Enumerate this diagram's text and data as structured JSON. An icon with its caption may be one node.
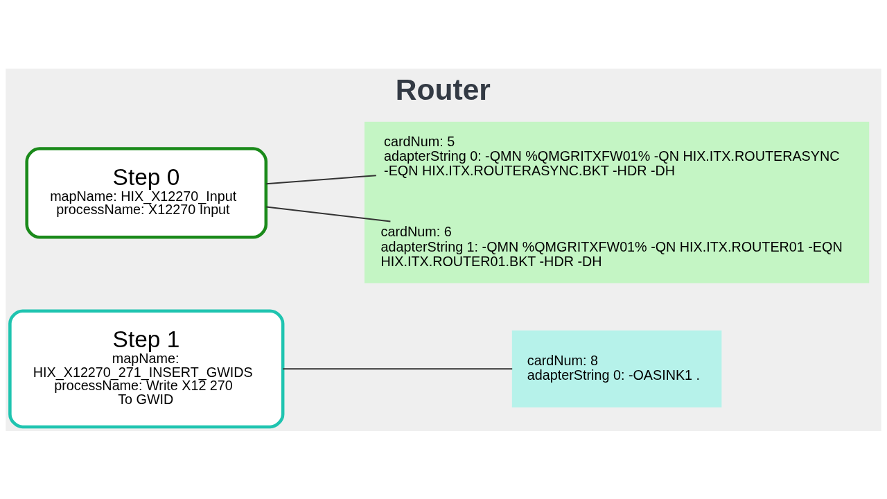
{
  "diagram": {
    "title": "Router",
    "nodes": [
      {
        "text": [
          "Step 0",
          "mapName: HIX_X12270_Input",
          "processName: X12270 Input"
        ]
      },
      {
        "text": [],
        "shape": "box"
      },
      {
        "text": [
          "cardNum: 5",
          "adapterString 0: -QMN %QMGRITXFW01% -QN HIX.ITX.ROUTERASYNC -EQN HIX.ITX.ROUTERASYNC.BKT -HDR -DH"
        ],
        "in": 1
      },
      {
        "text": [
          "cardNum: 6",
          "adapterString 1: -QMN %QMGRITXFW01% -QN HIX.ITX.ROUTER01 -EQN HIX.ITX.ROUTER01.BKT -HDR -DH"
        ],
        "in": 1
      },
      {
        "text": [
          "Step 1",
          "mapName: HIX_X12270_271_INSERT_GWIDS",
          "processName: Write X12 270 To GWID"
        ]
      },
      {
        "text": [
          "cardNum: 8",
          "adapterString 0: -OASINK1 ."
        ]
      }
    ],
    "edges": [
      {
        "from": 0,
        "to": 2,
        "arrow": "none"
      },
      {
        "from": 0,
        "to": 3,
        "arrow": "none"
      },
      {
        "from": 4,
        "to": 5,
        "arrow": "none"
      }
    ]
  }
}
